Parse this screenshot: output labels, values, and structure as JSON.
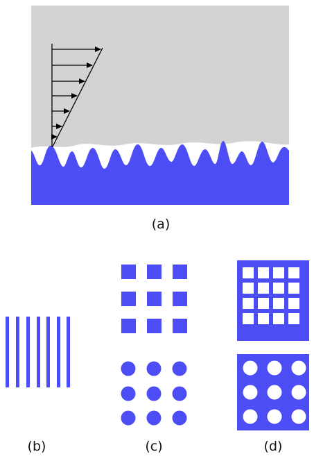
{
  "captions": {
    "a": "(a)",
    "b": "(b)",
    "c": "(c)",
    "d": "(d)"
  },
  "colors": {
    "fluid": "#d3d3d3",
    "solid": "#4d4df5",
    "arrow": "#000000",
    "background": "#ffffff"
  },
  "panels": {
    "a": {
      "description_icon": "velocity-profile-over-rough-wall",
      "velocity_arrow_count": 7
    },
    "b": {
      "stripe_count": 7
    },
    "c": {
      "square_grid": [
        3,
        3
      ],
      "circle_grid": [
        3,
        3
      ]
    },
    "d": {
      "square_holes_grid": [
        4,
        4
      ],
      "circle_holes_grid": [
        3,
        3
      ]
    }
  }
}
